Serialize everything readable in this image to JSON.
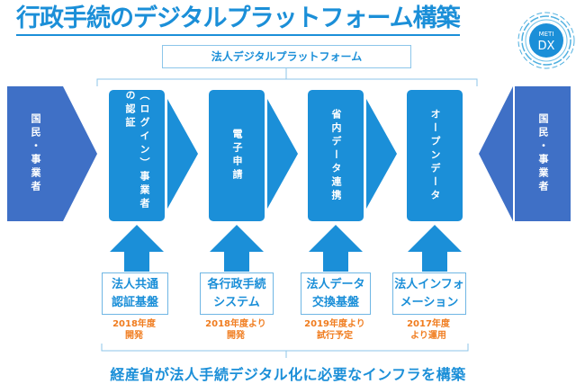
{
  "title": "行政手続のデジタルプラットフォーム構築",
  "logo": {
    "line1": "METI",
    "line2": "DX"
  },
  "platform_label": "法人デジタルプラットフォーム",
  "side_left": "国民・事業者",
  "side_right": "国民・事業者",
  "steps": [
    {
      "label": "（ログイン）事業者の認証",
      "system": "法人共通\n認証基盤",
      "schedule": "2018年度\n開発"
    },
    {
      "label": "電子申請",
      "system": "各行政手続\nシステム",
      "schedule": "2018年度より\n開発"
    },
    {
      "label": "省内データ連携",
      "system": "法人データ\n交換基盤",
      "schedule": "2019年度より\n試行予定"
    },
    {
      "label": "オープンデータ",
      "system": "法人インフォ\nメーション",
      "schedule": "2017年度\nより運用"
    }
  ],
  "footer": "経産省が法人手続デジタル化に必要なインフラを構築",
  "colors": {
    "primary": "#1b8fd8",
    "side": "#3f70c6",
    "orange": "#f07c1e"
  }
}
